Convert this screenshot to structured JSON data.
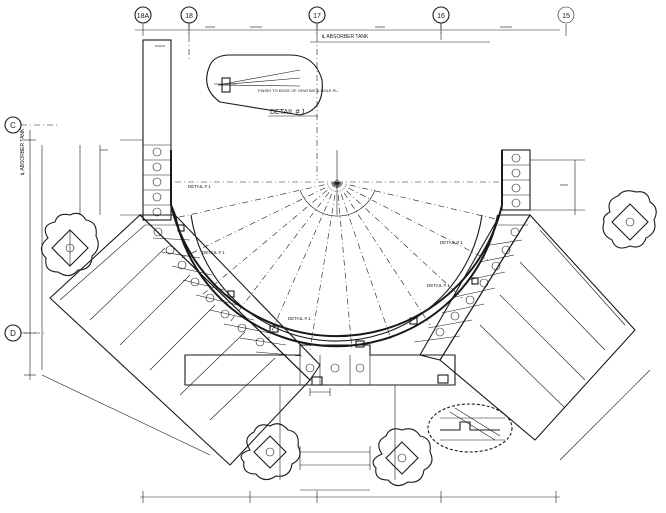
{
  "grid_markers": [
    "18A",
    "18",
    "17",
    "16",
    "15"
  ],
  "side_markers": [
    "C",
    "D"
  ],
  "labels": {
    "absorber_tank_top": "ABSORBER TANK",
    "absorber_tank_side": "ABSORBER TANK",
    "detail_title": "DETAIL # 1",
    "detail_callout": "DETAIL # 1",
    "detail_note": "FINISH TO EDGE OF GRATING & HOLE PL."
  }
}
